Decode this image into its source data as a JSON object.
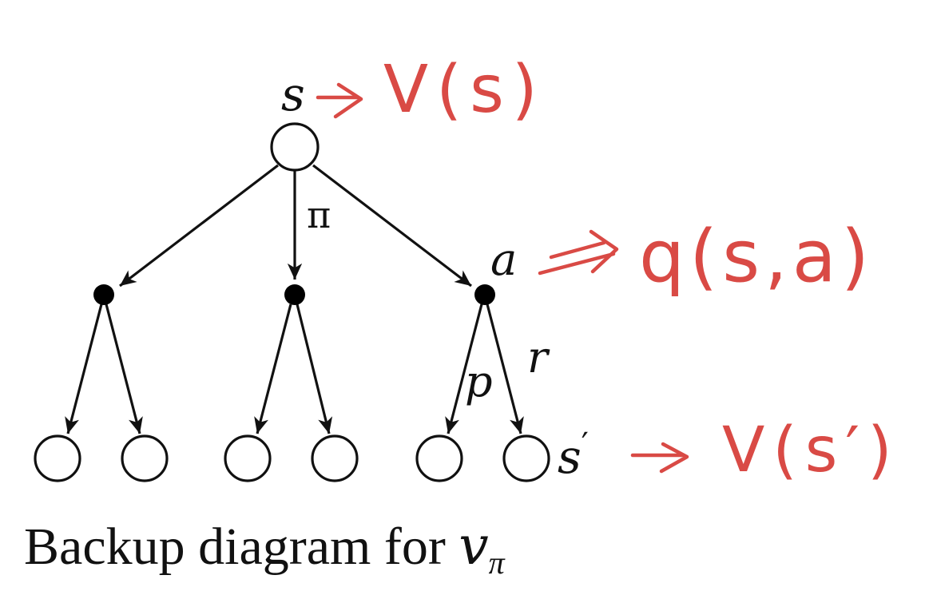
{
  "labels": {
    "state_s": "s",
    "policy": "π",
    "action_a": "a",
    "prob_p": "p",
    "reward_r": "r",
    "next_state_s": "s",
    "next_state_prime": "′"
  },
  "annotations": {
    "value_state": "V(s)",
    "value_action": "q(s,a)",
    "value_next_state": "V(s′)"
  },
  "caption": {
    "text": "Backup diagram for ",
    "symbol": "v",
    "subscript": "π"
  },
  "colors": {
    "annotation": "#d94a45",
    "ink": "#111111"
  }
}
